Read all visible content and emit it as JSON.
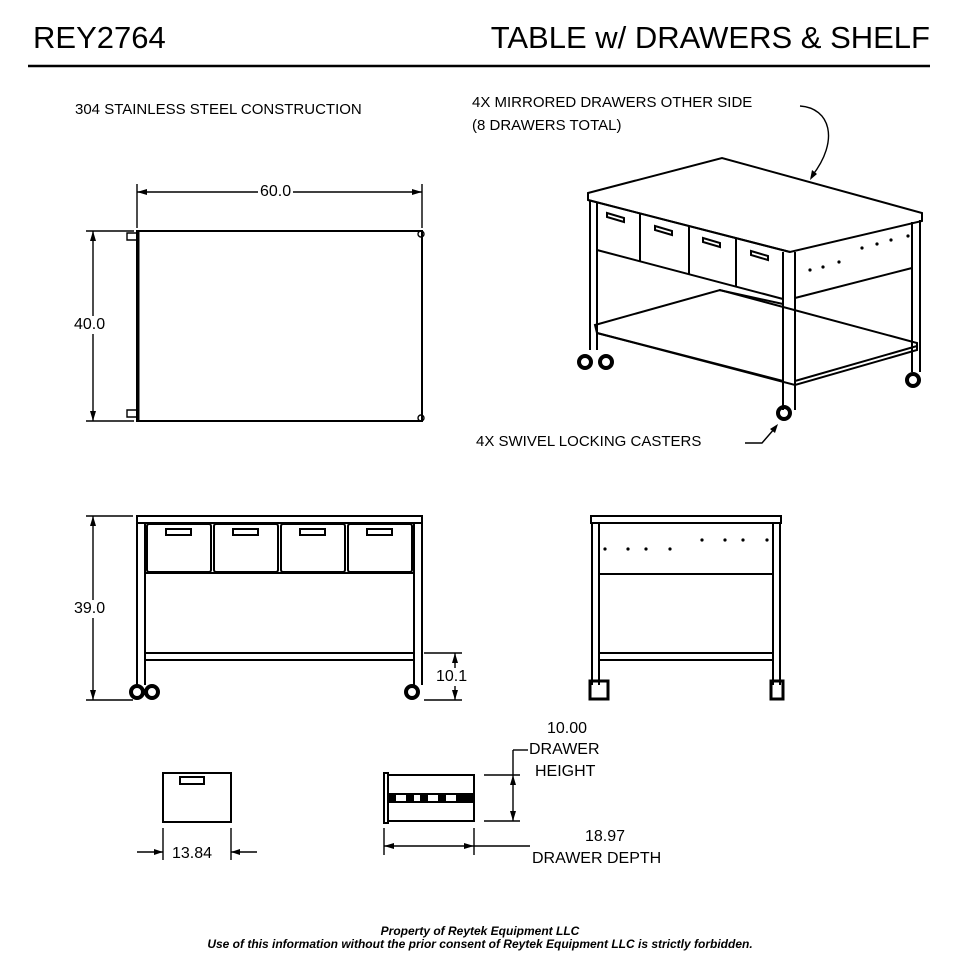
{
  "header": {
    "part_number": "REY2764",
    "title": "TABLE w/ DRAWERS & SHELF"
  },
  "notes": {
    "material": "304 STAINLESS STEEL CONSTRUCTION",
    "drawers_line1": "4X MIRRORED DRAWERS OTHER SIDE",
    "drawers_line2": "(8 DRAWERS TOTAL)",
    "casters": "4X SWIVEL LOCKING CASTERS"
  },
  "top_view": {
    "width_dim": "60.0",
    "depth_dim": "40.0"
  },
  "front_view": {
    "height_dim": "39.0",
    "shelf_height_dim": "10.1",
    "drawer_count": 4
  },
  "drawer_detail": {
    "width_dim": "13.84",
    "height_value": "10.00",
    "height_label_line1": "DRAWER",
    "height_label_line2": "HEIGHT",
    "depth_value": "18.97",
    "depth_label": "DRAWER DEPTH"
  },
  "footer": {
    "line1": "Property of Reytek Equipment LLC",
    "line2": "Use of this information without the prior consent of Reytek Equipment LLC is strictly forbidden."
  }
}
